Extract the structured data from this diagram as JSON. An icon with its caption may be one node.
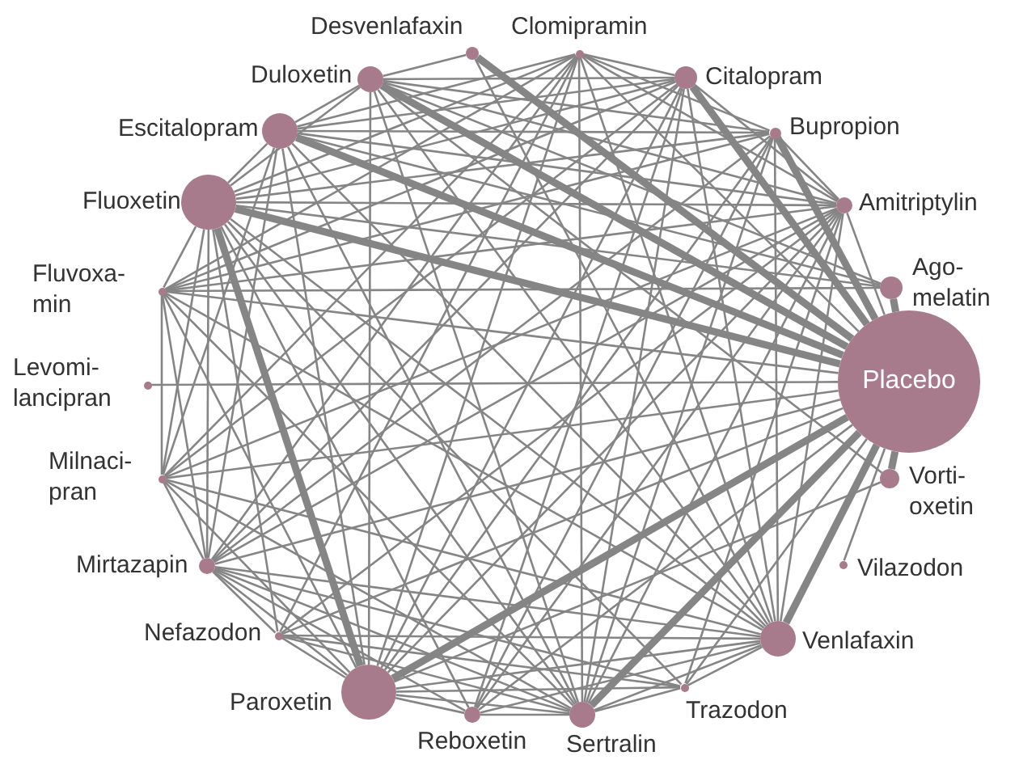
{
  "diagram": {
    "nodes": [
      {
        "text": [
          "Desvenlafaxin"
        ]
      },
      {
        "text": [
          "Clomipramin"
        ]
      },
      {
        "text": [
          "Duloxetin"
        ]
      },
      {
        "text": [
          "Citalopram"
        ]
      },
      {
        "text": [
          "Escitalopram"
        ]
      },
      {
        "text": [
          "Bupropion"
        ]
      },
      {
        "text": [
          "Fluoxetin"
        ]
      },
      {
        "text": [
          "Amitriptylin"
        ]
      },
      {
        "text": [
          "Fluvoxa- min"
        ]
      },
      {
        "text": [
          "Ago- melatin"
        ]
      },
      {
        "text": [
          "Levomi- lancipran"
        ]
      },
      {
        "text": [
          "Placebo"
        ]
      },
      {
        "text": [
          "Milnaci- pran"
        ]
      },
      {
        "text": [
          "Vorti- oxetin"
        ]
      },
      {
        "text": [
          "Mirtazapin"
        ]
      },
      {
        "text": [
          "Vilazodon"
        ]
      },
      {
        "text": [
          "Nefazodon"
        ]
      },
      {
        "text": [
          "Venlafaxin"
        ]
      },
      {
        "text": [
          "Paroxetin"
        ]
      },
      {
        "text": [
          "Trazodon"
        ]
      },
      {
        "text": [
          "Reboxetin"
        ]
      },
      {
        "text": [
          "Sertralin"
        ]
      }
    ],
    "edges": [
      {
        "from": 0,
        "to": 11,
        "arrow": "none",
        "style": "thick"
      },
      {
        "from": 1,
        "to": 11,
        "arrow": "none"
      },
      {
        "from": 2,
        "to": 11,
        "arrow": "none",
        "style": "thick"
      },
      {
        "from": 3,
        "to": 11,
        "arrow": "none",
        "style": "thick"
      },
      {
        "from": 4,
        "to": 11,
        "arrow": "none",
        "style": "thick"
      },
      {
        "from": 5,
        "to": 11,
        "arrow": "none",
        "style": "thick"
      },
      {
        "from": 6,
        "to": 11,
        "arrow": "none",
        "style": "thick"
      },
      {
        "from": 7,
        "to": 11,
        "arrow": "none"
      },
      {
        "from": 8,
        "to": 11,
        "arrow": "none"
      },
      {
        "from": 9,
        "to": 11,
        "arrow": "none",
        "style": "thick"
      },
      {
        "from": 10,
        "to": 11,
        "arrow": "none"
      },
      {
        "from": 12,
        "to": 11,
        "arrow": "none"
      },
      {
        "from": 13,
        "to": 11,
        "arrow": "none",
        "style": "thick"
      },
      {
        "from": 14,
        "to": 11,
        "arrow": "none"
      },
      {
        "from": 15,
        "to": 11,
        "arrow": "none"
      },
      {
        "from": 16,
        "to": 11,
        "arrow": "none"
      },
      {
        "from": 17,
        "to": 11,
        "arrow": "none",
        "style": "thick"
      },
      {
        "from": 18,
        "to": 11,
        "arrow": "none",
        "style": "thick"
      },
      {
        "from": 19,
        "to": 11,
        "arrow": "none"
      },
      {
        "from": 20,
        "to": 11,
        "arrow": "none"
      },
      {
        "from": 21,
        "to": 11,
        "arrow": "none",
        "style": "thick"
      },
      {
        "from": 6,
        "to": 1,
        "arrow": "none"
      },
      {
        "from": 6,
        "to": 2,
        "arrow": "none"
      },
      {
        "from": 6,
        "to": 3,
        "arrow": "none"
      },
      {
        "from": 6,
        "to": 4,
        "arrow": "none"
      },
      {
        "from": 6,
        "to": 5,
        "arrow": "none"
      },
      {
        "from": 6,
        "to": 7,
        "arrow": "none"
      },
      {
        "from": 6,
        "to": 8,
        "arrow": "none"
      },
      {
        "from": 6,
        "to": 9,
        "arrow": "none"
      },
      {
        "from": 6,
        "to": 12,
        "arrow": "none"
      },
      {
        "from": 6,
        "to": 14,
        "arrow": "none"
      },
      {
        "from": 6,
        "to": 16,
        "arrow": "none"
      },
      {
        "from": 6,
        "to": 17,
        "arrow": "none"
      },
      {
        "from": 6,
        "to": 18,
        "arrow": "none",
        "style": "thick"
      },
      {
        "from": 6,
        "to": 19,
        "arrow": "none"
      },
      {
        "from": 6,
        "to": 20,
        "arrow": "none"
      },
      {
        "from": 6,
        "to": 21,
        "arrow": "none"
      },
      {
        "from": 18,
        "to": 1,
        "arrow": "none"
      },
      {
        "from": 18,
        "to": 2,
        "arrow": "none"
      },
      {
        "from": 18,
        "to": 3,
        "arrow": "none"
      },
      {
        "from": 18,
        "to": 4,
        "arrow": "none"
      },
      {
        "from": 18,
        "to": 5,
        "arrow": "none"
      },
      {
        "from": 18,
        "to": 7,
        "arrow": "none"
      },
      {
        "from": 18,
        "to": 8,
        "arrow": "none"
      },
      {
        "from": 18,
        "to": 12,
        "arrow": "none"
      },
      {
        "from": 18,
        "to": 13,
        "arrow": "none"
      },
      {
        "from": 18,
        "to": 14,
        "arrow": "none"
      },
      {
        "from": 18,
        "to": 16,
        "arrow": "none"
      },
      {
        "from": 18,
        "to": 17,
        "arrow": "none"
      },
      {
        "from": 18,
        "to": 19,
        "arrow": "none"
      },
      {
        "from": 18,
        "to": 20,
        "arrow": "none"
      },
      {
        "from": 18,
        "to": 21,
        "arrow": "none"
      },
      {
        "from": 21,
        "to": 1,
        "arrow": "none"
      },
      {
        "from": 21,
        "to": 2,
        "arrow": "none"
      },
      {
        "from": 21,
        "to": 3,
        "arrow": "none"
      },
      {
        "from": 21,
        "to": 4,
        "arrow": "none"
      },
      {
        "from": 21,
        "to": 5,
        "arrow": "none"
      },
      {
        "from": 21,
        "to": 7,
        "arrow": "none"
      },
      {
        "from": 21,
        "to": 8,
        "arrow": "none"
      },
      {
        "from": 21,
        "to": 12,
        "arrow": "none"
      },
      {
        "from": 21,
        "to": 14,
        "arrow": "none"
      },
      {
        "from": 21,
        "to": 16,
        "arrow": "none"
      },
      {
        "from": 21,
        "to": 17,
        "arrow": "none"
      },
      {
        "from": 21,
        "to": 19,
        "arrow": "none"
      },
      {
        "from": 21,
        "to": 20,
        "arrow": "none"
      },
      {
        "from": 17,
        "to": 0,
        "arrow": "none"
      },
      {
        "from": 17,
        "to": 1,
        "arrow": "none"
      },
      {
        "from": 17,
        "to": 2,
        "arrow": "none"
      },
      {
        "from": 17,
        "to": 3,
        "arrow": "none"
      },
      {
        "from": 17,
        "to": 4,
        "arrow": "none"
      },
      {
        "from": 17,
        "to": 5,
        "arrow": "none"
      },
      {
        "from": 17,
        "to": 7,
        "arrow": "none"
      },
      {
        "from": 17,
        "to": 8,
        "arrow": "none"
      },
      {
        "from": 17,
        "to": 12,
        "arrow": "none"
      },
      {
        "from": 17,
        "to": 14,
        "arrow": "none"
      },
      {
        "from": 17,
        "to": 16,
        "arrow": "none"
      },
      {
        "from": 17,
        "to": 19,
        "arrow": "none"
      },
      {
        "from": 17,
        "to": 20,
        "arrow": "none"
      },
      {
        "from": 3,
        "to": 1,
        "arrow": "none"
      },
      {
        "from": 3,
        "to": 2,
        "arrow": "none"
      },
      {
        "from": 3,
        "to": 4,
        "arrow": "none"
      },
      {
        "from": 3,
        "to": 7,
        "arrow": "none"
      },
      {
        "from": 3,
        "to": 8,
        "arrow": "none"
      },
      {
        "from": 3,
        "to": 12,
        "arrow": "none"
      },
      {
        "from": 3,
        "to": 14,
        "arrow": "none"
      },
      {
        "from": 3,
        "to": 20,
        "arrow": "none"
      },
      {
        "from": 4,
        "to": 1,
        "arrow": "none"
      },
      {
        "from": 4,
        "to": 2,
        "arrow": "none"
      },
      {
        "from": 4,
        "to": 5,
        "arrow": "none"
      },
      {
        "from": 4,
        "to": 7,
        "arrow": "none"
      },
      {
        "from": 4,
        "to": 9,
        "arrow": "none"
      },
      {
        "from": 4,
        "to": 12,
        "arrow": "none"
      },
      {
        "from": 4,
        "to": 14,
        "arrow": "none"
      },
      {
        "from": 2,
        "to": 0,
        "arrow": "none"
      },
      {
        "from": 2,
        "to": 5,
        "arrow": "none"
      },
      {
        "from": 2,
        "to": 7,
        "arrow": "none"
      },
      {
        "from": 2,
        "to": 9,
        "arrow": "none"
      },
      {
        "from": 2,
        "to": 13,
        "arrow": "none"
      },
      {
        "from": 7,
        "to": 1,
        "arrow": "none"
      },
      {
        "from": 7,
        "to": 5,
        "arrow": "none"
      },
      {
        "from": 7,
        "to": 8,
        "arrow": "none"
      },
      {
        "from": 7,
        "to": 12,
        "arrow": "none"
      },
      {
        "from": 7,
        "to": 14,
        "arrow": "none"
      },
      {
        "from": 7,
        "to": 16,
        "arrow": "none"
      },
      {
        "from": 7,
        "to": 19,
        "arrow": "none"
      },
      {
        "from": 7,
        "to": 20,
        "arrow": "none"
      },
      {
        "from": 14,
        "to": 1,
        "arrow": "none"
      },
      {
        "from": 14,
        "to": 5,
        "arrow": "none"
      },
      {
        "from": 14,
        "to": 8,
        "arrow": "none"
      },
      {
        "from": 14,
        "to": 12,
        "arrow": "none"
      },
      {
        "from": 14,
        "to": 16,
        "arrow": "none"
      },
      {
        "from": 14,
        "to": 19,
        "arrow": "none"
      },
      {
        "from": 14,
        "to": 20,
        "arrow": "none"
      },
      {
        "from": 8,
        "to": 12,
        "arrow": "none"
      },
      {
        "from": 8,
        "to": 1,
        "arrow": "none"
      },
      {
        "from": 8,
        "to": 5,
        "arrow": "none"
      },
      {
        "from": 8,
        "to": 9,
        "arrow": "none"
      },
      {
        "from": 1,
        "to": 5,
        "arrow": "none"
      },
      {
        "from": 1,
        "to": 12,
        "arrow": "none"
      },
      {
        "from": 1,
        "to": 16,
        "arrow": "none"
      },
      {
        "from": 5,
        "to": 20,
        "arrow": "none"
      },
      {
        "from": 16,
        "to": 19,
        "arrow": "none"
      }
    ]
  }
}
